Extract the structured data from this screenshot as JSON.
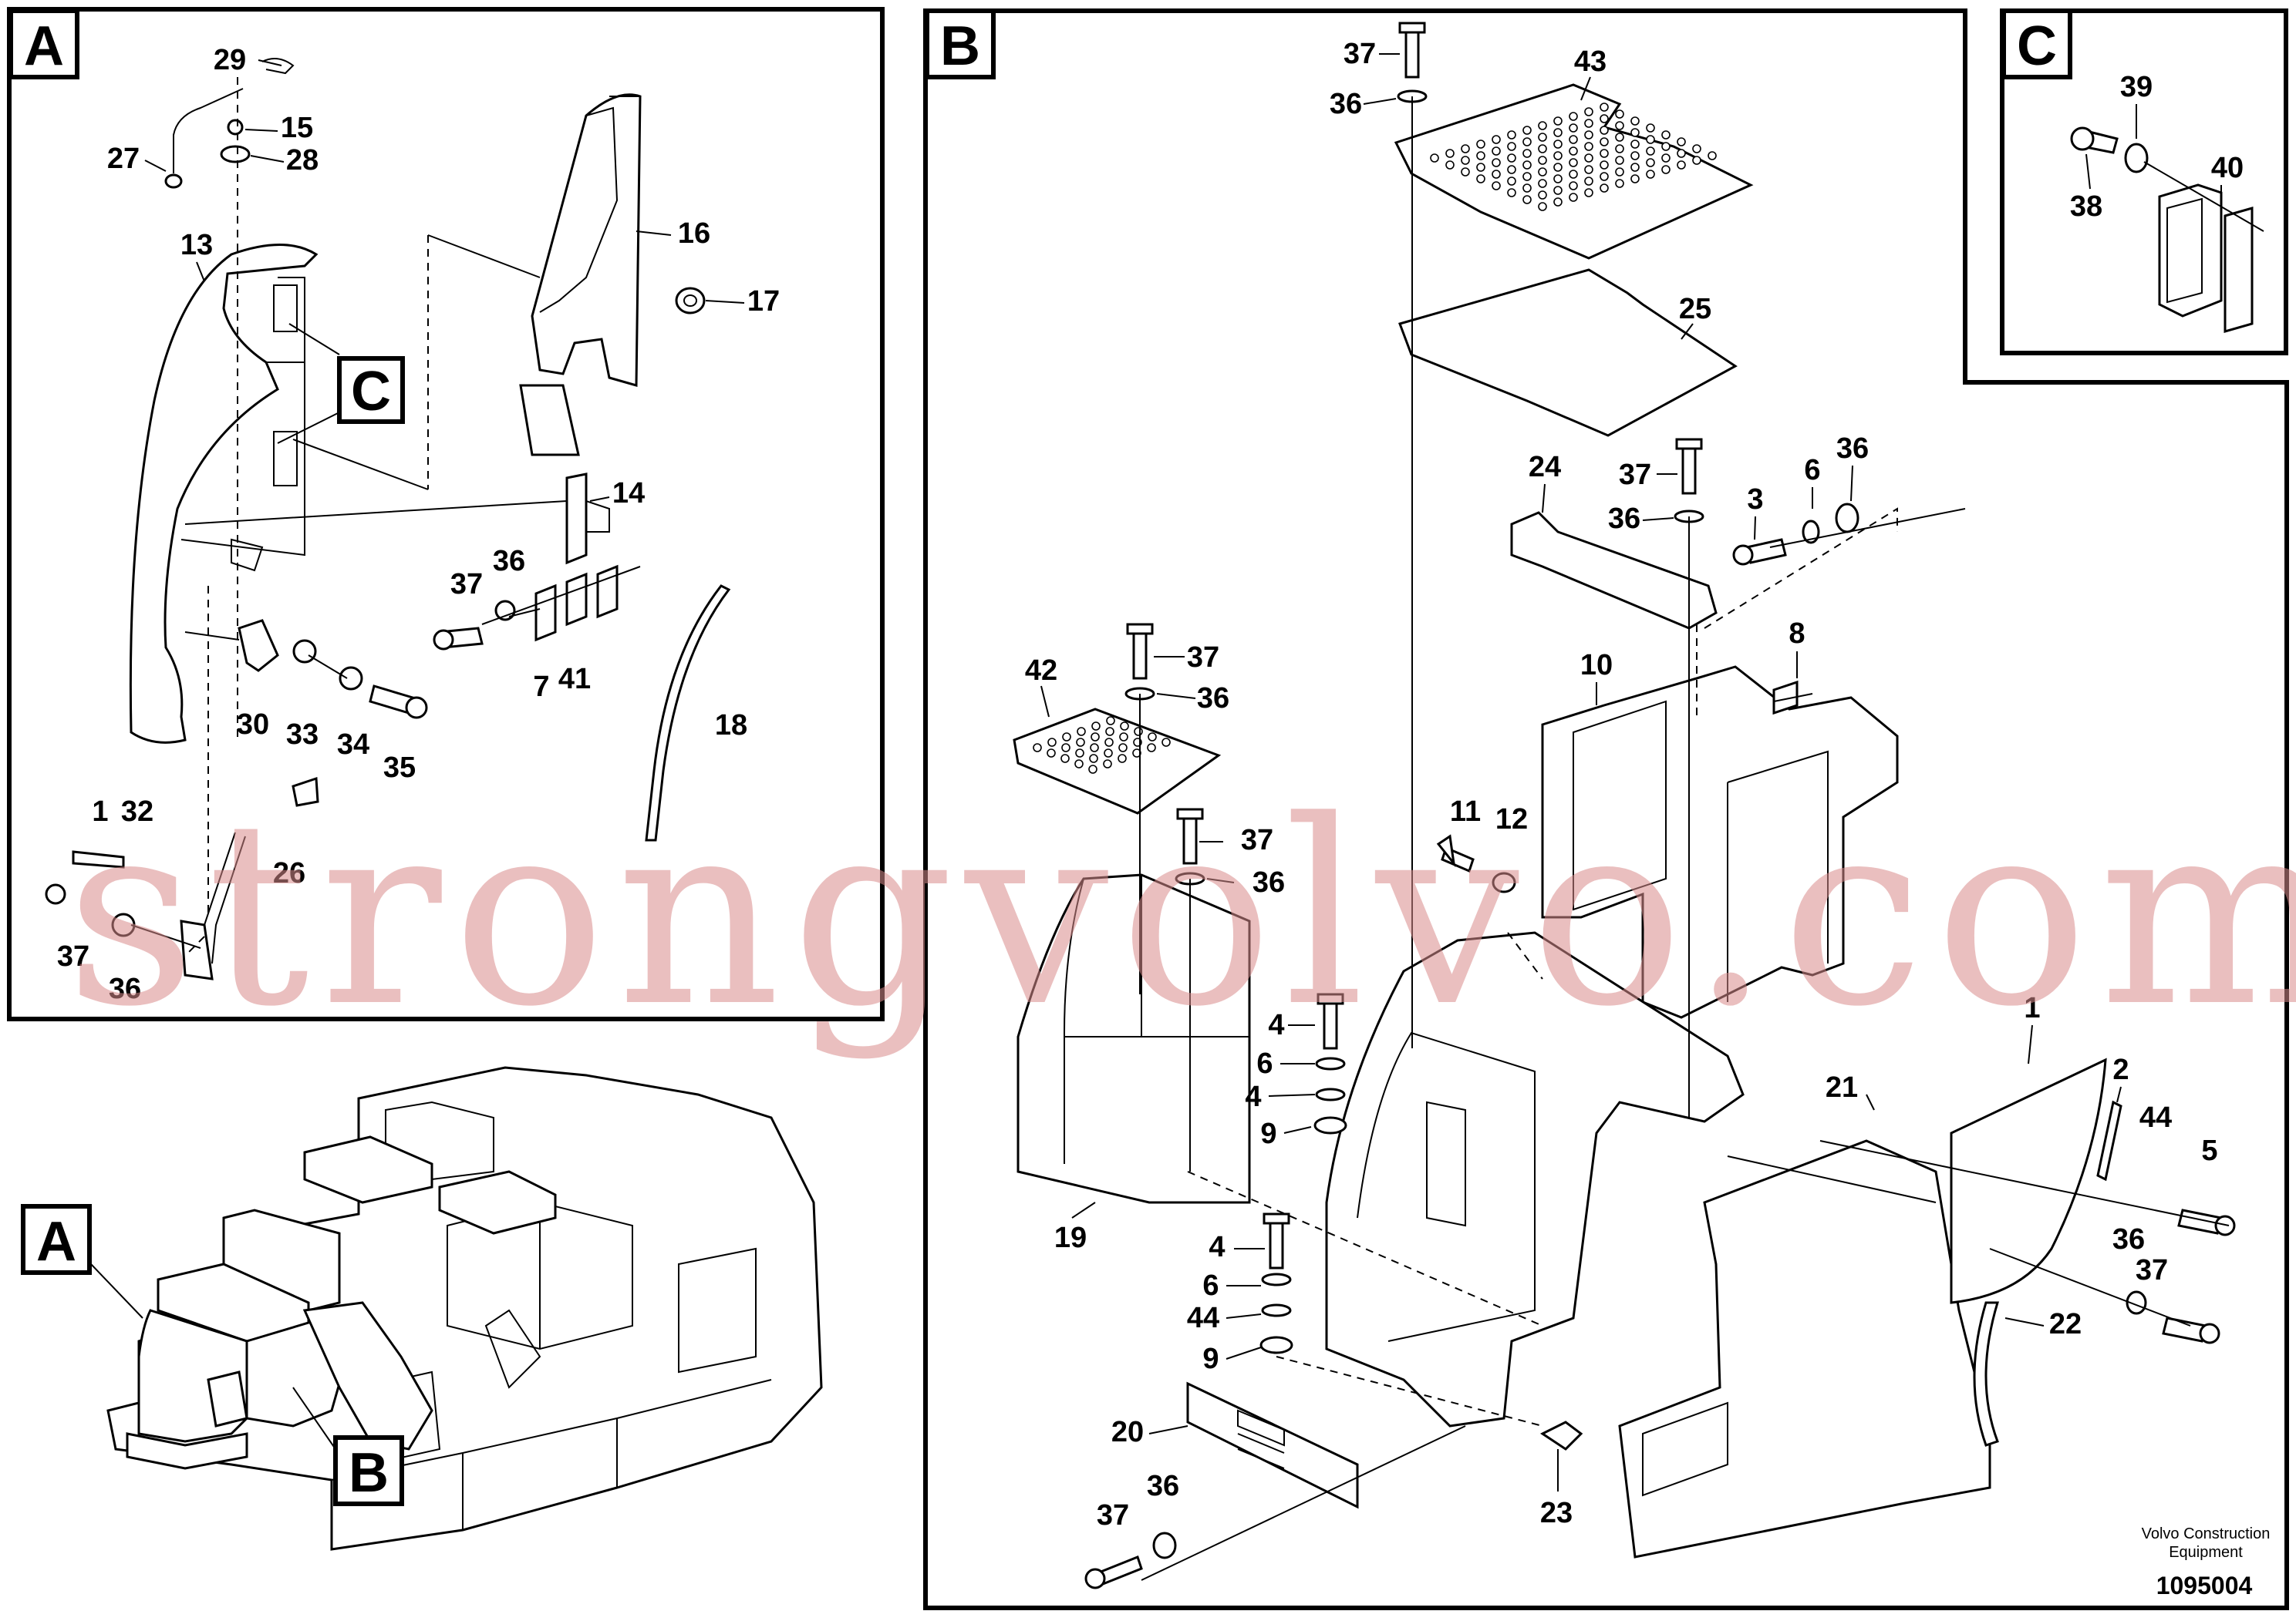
{
  "badges": {
    "a": "A",
    "b": "B",
    "c": "C"
  },
  "callouts": {
    "a": [
      "29",
      "15",
      "27",
      "28",
      "13",
      "16",
      "17",
      "14",
      "37",
      "36",
      "7",
      "41",
      "30",
      "33",
      "34",
      "35",
      "18",
      "1",
      "32",
      "26",
      "37",
      "36"
    ],
    "b": [
      "37",
      "36",
      "43",
      "25",
      "37",
      "36",
      "24",
      "3",
      "6",
      "36",
      "8",
      "10",
      "42",
      "37",
      "36",
      "11",
      "12",
      "37",
      "36",
      "4",
      "6",
      "4",
      "9",
      "1",
      "2",
      "44",
      "21",
      "5",
      "19",
      "4",
      "6",
      "44",
      "9",
      "36",
      "37",
      "22",
      "20",
      "23",
      "37",
      "36"
    ],
    "c": [
      "39",
      "38",
      "40"
    ]
  },
  "overview": {
    "badge_a": "A",
    "badge_b": "B"
  },
  "footer": {
    "caption_line1": "Volvo Construction",
    "caption_line2": "Equipment",
    "doc_number": "1095004"
  },
  "watermark": "strongvolvo.com"
}
